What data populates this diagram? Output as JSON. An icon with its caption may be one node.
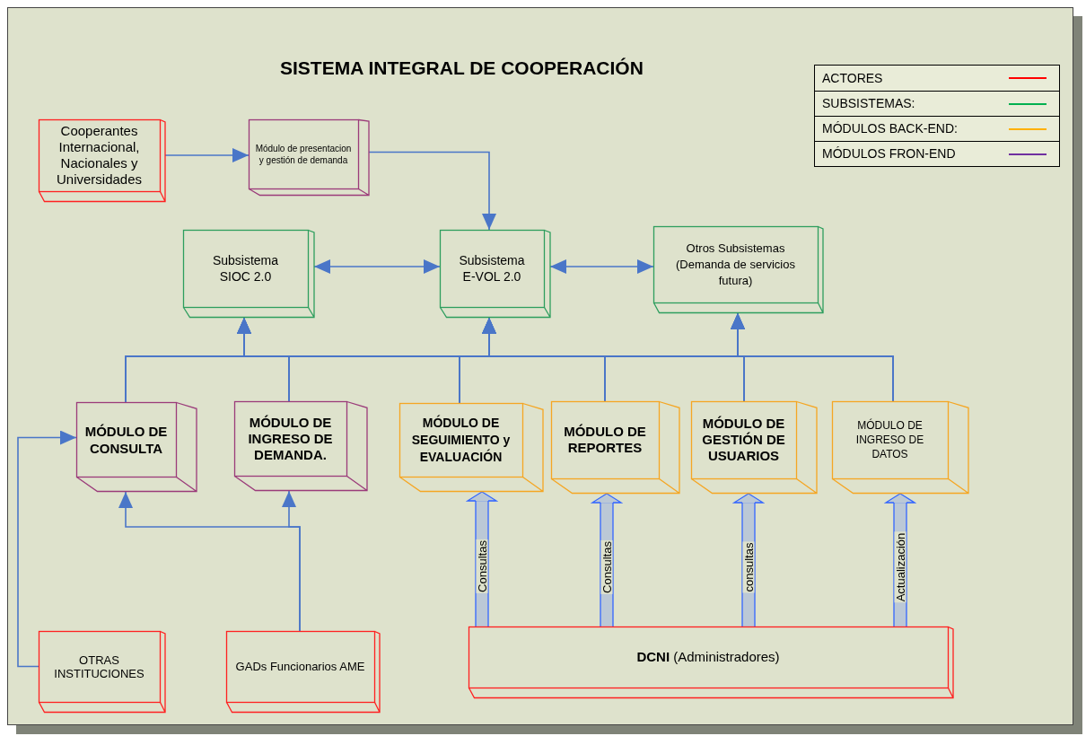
{
  "diagram": {
    "title": "SISTEMA INTEGRAL DE COOPERACIÓN",
    "nodes": [
      {
        "text": [
          "Cooperantes Internacional, Nacionales y Universidades"
        ]
      },
      {
        "text": [
          "Módulo de presentacion y gestión de demanda"
        ]
      },
      {
        "text": [
          "Subsistema SIOC 2.0"
        ]
      },
      {
        "text": [
          "Subsistema E-VOL 2.0"
        ]
      },
      {
        "text": [
          "Otros Subsistemas (Demanda de servicios futura)"
        ]
      },
      {
        "text": [
          "MÓDULO DE CONSULTA"
        ]
      },
      {
        "text": [
          "MÓDULO DE INGRESO DE DEMANDA."
        ]
      },
      {
        "text": [
          "MÓDULO DE SEGUIMIENTO y EVALUACIÓN"
        ]
      },
      {
        "text": [
          "MÓDULO DE REPORTES"
        ]
      },
      {
        "text": [
          "MÓDULO DE GESTIÓN DE USUARIOS"
        ]
      },
      {
        "text": [
          "MÓDULO DE INGRESO DE DATOS"
        ]
      },
      {
        "text": [
          "OTRAS INSTITUCIONES"
        ]
      },
      {
        "text": [
          "GADs Funcionarios AME"
        ]
      },
      {
        "text": [
          "**DCNI** (Administradores)"
        ]
      }
    ],
    "edges": [
      {
        "from": 0,
        "to": 1,
        "arrow": "to"
      },
      {
        "from": 1,
        "to": 3,
        "arrow": "to"
      },
      {
        "from": 2,
        "to": 3,
        "arrow": "both"
      },
      {
        "from": 3,
        "to": 4,
        "arrow": "both"
      },
      {
        "from": 5,
        "to": 2,
        "arrow": "to"
      },
      {
        "from": 5,
        "to": 3,
        "arrow": "to"
      },
      {
        "from": 5,
        "to": 4,
        "arrow": "to"
      },
      {
        "from": 6,
        "to": 2,
        "arrow": "to"
      },
      {
        "from": 6,
        "to": 3,
        "arrow": "to"
      },
      {
        "from": 6,
        "to": 4,
        "arrow": "to"
      },
      {
        "from": 7,
        "to": 2,
        "arrow": "to"
      },
      {
        "from": 7,
        "to": 3,
        "arrow": "to"
      },
      {
        "from": 7,
        "to": 4,
        "arrow": "to"
      },
      {
        "from": 8,
        "to": 2,
        "arrow": "to"
      },
      {
        "from": 8,
        "to": 3,
        "arrow": "to"
      },
      {
        "from": 8,
        "to": 4,
        "arrow": "to"
      },
      {
        "from": 9,
        "to": 2,
        "arrow": "to"
      },
      {
        "from": 9,
        "to": 3,
        "arrow": "to"
      },
      {
        "from": 9,
        "to": 4,
        "arrow": "to"
      },
      {
        "from": 10,
        "to": 2,
        "arrow": "to"
      },
      {
        "from": 10,
        "to": 3,
        "arrow": "to"
      },
      {
        "from": 10,
        "to": 4,
        "arrow": "to"
      },
      {
        "from": 11,
        "to": 5,
        "arrow": "to"
      },
      {
        "from": 12,
        "to": 5,
        "arrow": "to"
      },
      {
        "from": 12,
        "to": 6,
        "arrow": "to"
      },
      {
        "from": 13,
        "to": 7,
        "arrow": "to",
        "label": "Consultas",
        "color": "#3366ff"
      },
      {
        "from": 13,
        "to": 8,
        "arrow": "to",
        "label": "Consultas",
        "color": "#3366ff"
      },
      {
        "from": 13,
        "to": 9,
        "arrow": "to",
        "label": "consultas",
        "color": "#3366ff"
      },
      {
        "from": 13,
        "to": 10,
        "arrow": "to",
        "label": "Actualización",
        "color": "#3366ff"
      }
    ],
    "legend": [
      {
        "text": "ACTORES",
        "color": "#ff0000"
      },
      {
        "text": "SUBSISTEMAS:",
        "color": "#00b050"
      },
      {
        "text": "MÓDULOS BACK-END:",
        "color": "#ffb000"
      },
      {
        "text": "MÓDULOS FRON-END",
        "color": "#7030a0"
      }
    ]
  }
}
